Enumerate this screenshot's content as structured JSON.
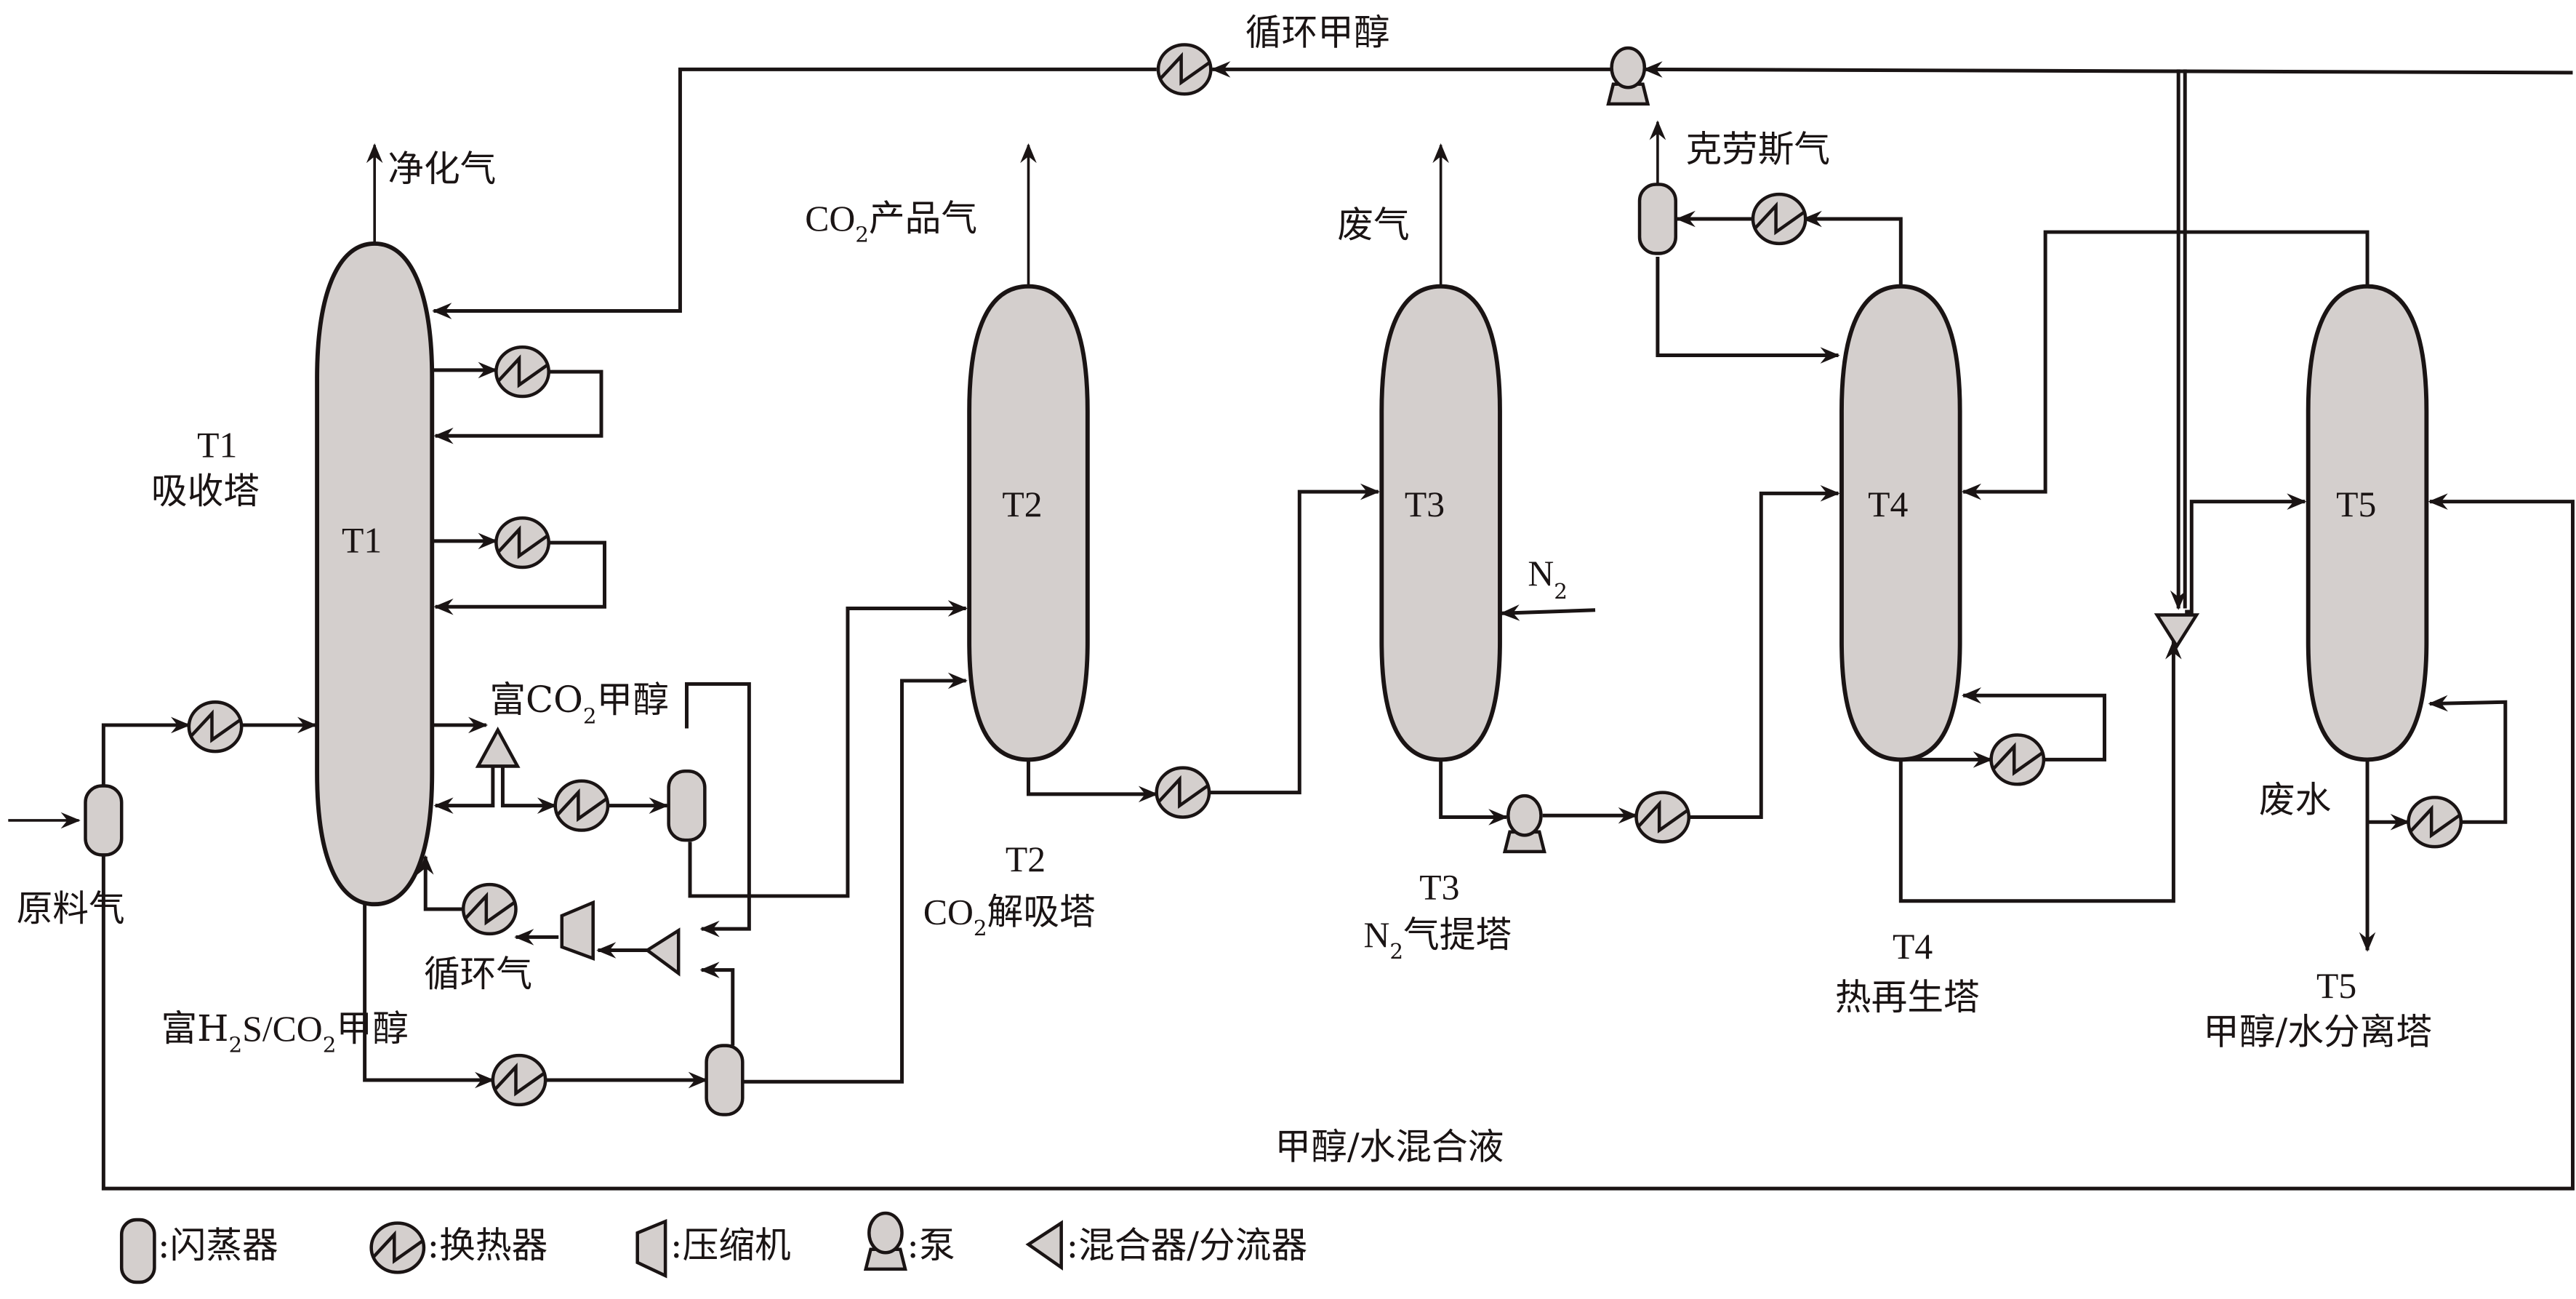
{
  "diagram": {
    "title": "Rectisol low-temperature methanol wash process flow",
    "columns": [
      {
        "id": "T1",
        "tag": "T1",
        "name": "吸收塔"
      },
      {
        "id": "T2",
        "tag": "T2",
        "name_prefix": "CO",
        "name_sub": "2",
        "name_suffix": "解吸塔"
      },
      {
        "id": "T3",
        "tag": "T3",
        "name_prefix": "N",
        "name_sub": "2",
        "name_suffix": "气提塔"
      },
      {
        "id": "T4",
        "tag": "T4",
        "name": "热再生塔"
      },
      {
        "id": "T5",
        "tag": "T5",
        "name": "甲醇/水分离塔"
      }
    ],
    "streams": {
      "purified_gas": "净化气",
      "recycle_methanol": "循环甲醇",
      "co2_product_prefix": "CO",
      "co2_product_sub": "2",
      "co2_product_suffix": "产品气",
      "tail_gas": "废气",
      "claus_gas": "克劳斯气",
      "n2_prefix": "N",
      "n2_sub": "2",
      "feed_gas": "原料气",
      "rich_co2_prefix": "富CO",
      "rich_co2_sub": "2",
      "rich_co2_suffix": "甲醇",
      "recycle_gas": "循环气",
      "rich_h2s_a": "富H",
      "rich_h2s_sub1": "2",
      "rich_h2s_b": "S/CO",
      "rich_h2s_sub2": "2",
      "rich_h2s_c": "甲醇",
      "waste_water": "废水",
      "methanol_water_mix": "甲醇/水混合液"
    },
    "legend": [
      {
        "icon": "flash-drum-icon",
        "label": ":闪蒸器"
      },
      {
        "icon": "heat-exchanger-icon",
        "label": ":换热器"
      },
      {
        "icon": "compressor-icon",
        "label": ":压缩机"
      },
      {
        "icon": "pump-icon",
        "label": ":泵"
      },
      {
        "icon": "mixer-splitter-icon",
        "label": ":混合器/分流器"
      }
    ],
    "colors": {
      "equipment_fill": "#d4cfcd",
      "line": "#1a1414",
      "background": "#ffffff"
    }
  }
}
